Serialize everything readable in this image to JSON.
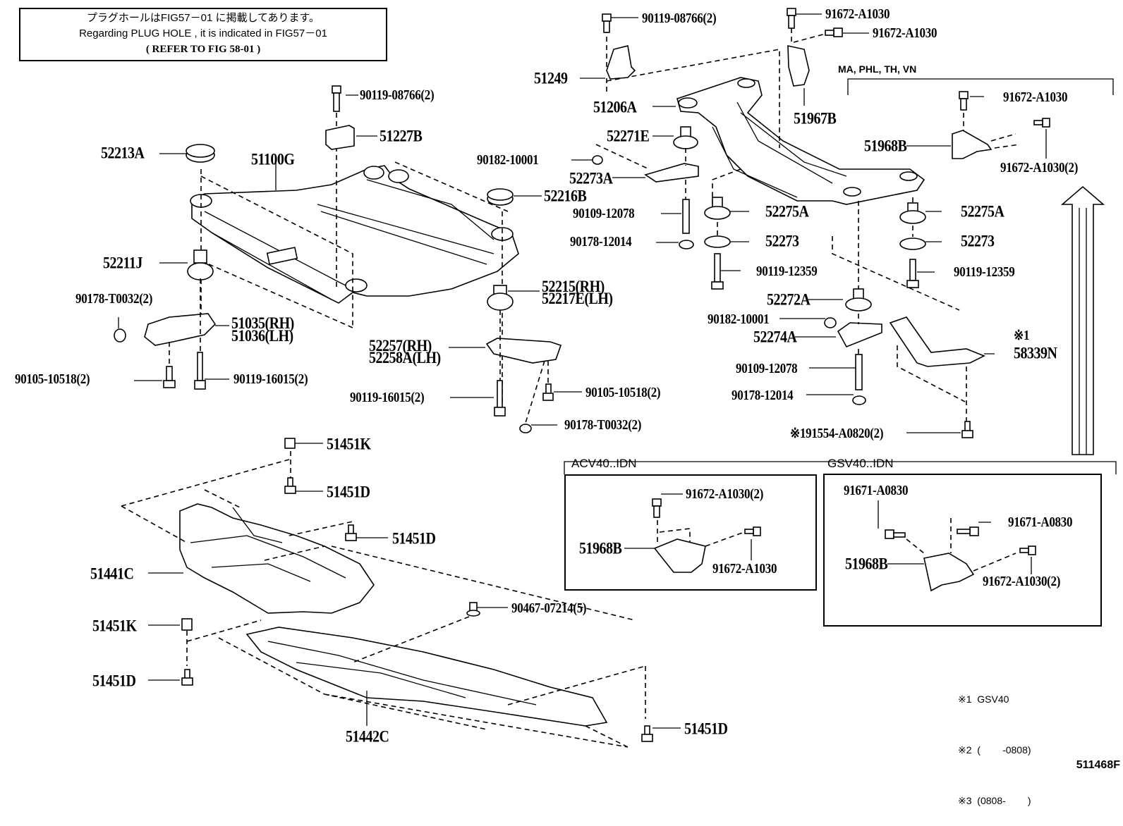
{
  "diagram": {
    "title": "Front suspension crossmember & under cover — parts diagram",
    "figure_number": "511468F",
    "note": {
      "line1": "プラグホールはFIG57－01 に掲載してあります。",
      "line2": "Regarding  PLUG HOLE , it is indicated in FIG57－01",
      "line3": "(  REFER TO FIG 58-01  )"
    },
    "regions": {
      "ma_phl": "MA, PHL, TH, VN",
      "acv40": "ACV40..IDN",
      "gsv40": "GSV40..IDN"
    },
    "footnotes": [
      "※1  GSV40",
      "※2  (        -0808)",
      "※3  (0808-        )"
    ],
    "labels": {
      "p51100G": "51100G",
      "p52213A": "52213A",
      "p90119_08766_a": "90119-08766(2)",
      "p51227B": "51227B",
      "p52211J": "52211J",
      "p90178_T0032_a": "90178-T0032(2)",
      "p51035": "51035(RH)",
      "p51036": "51036(LH)",
      "p90105_10518_a": "90105-10518(2)",
      "p90119_16015_a": "90119-16015(2)",
      "p52216B": "52216B",
      "p52215": "52215(RH)",
      "p52217E": "52217E(LH)",
      "p52257": "52257(RH)",
      "p52258A": "52258A(LH)",
      "p90119_16015_b": "90119-16015(2)",
      "p90105_10518_b": "90105-10518(2)",
      "p90178_T0032_b": "90178-T0032(2)",
      "p90119_08766_b": "90119-08766(2)",
      "p51249": "51249",
      "p51206A": "51206A",
      "p91672_A1030_a": "91672-A1030",
      "p91672_A1030_b": "91672-A1030",
      "p51967B": "51967B",
      "p52271E": "52271E",
      "p90182_10001_a": "90182-10001",
      "p52273A": "52273A",
      "p90109_12078_a": "90109-12078",
      "p90178_12014_a": "90178-12014",
      "p52275A_a": "52275A",
      "p52273_a": "52273",
      "p90119_12359_a": "90119-12359",
      "p52272A": "52272A",
      "p90182_10001_b": "90182-10001",
      "p52274A": "52274A",
      "p90109_12078_b": "90109-12078",
      "p90178_12014_b": "90178-12014",
      "p191554": "※191554-A0820(2)",
      "p91672_A1030_c": "91672-A1030",
      "p51968B_a": "51968B",
      "p91672_A1030_d": "91672-A1030(2)",
      "p52275A_b": "52275A",
      "p52273_b": "52273",
      "p90119_12359_b": "90119-12359",
      "p58339N_mark": "※1",
      "p58339N": "58339N",
      "acv_91672_A1030_2": "91672-A1030(2)",
      "acv_51968B": "51968B",
      "acv_91672_A1030": "91672-A1030",
      "gsv_91671_A0830_a": "91671-A0830",
      "gsv_91671_A0830_b": "91671-A0830",
      "gsv_51968B": "51968B",
      "gsv_91672_A1030_2": "91672-A1030(2)",
      "p51451K_a": "51451K",
      "p51451D_a": "51451D",
      "p51451D_b": "51451D",
      "p51441C": "51441C",
      "p90467_07214": "90467-07214(5)",
      "p51451K_b": "51451K",
      "p51451D_c": "51451D",
      "p51442C": "51442C",
      "p51451D_d": "51451D"
    }
  }
}
